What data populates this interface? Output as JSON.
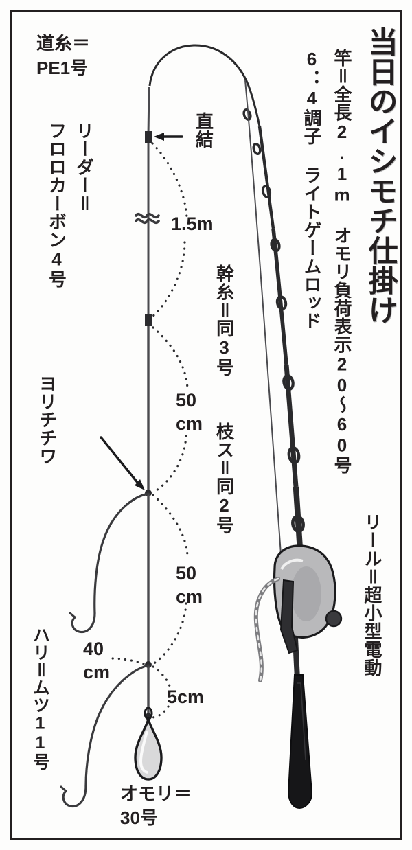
{
  "title": "当日のイシモチ仕掛け",
  "rod": {
    "spec_line1": "竿＝全長2.1m オモリ負荷表示20〜60号",
    "spec_line2": "6：4調子 ライトゲームロッド",
    "reel_label": "リール＝超小型電動"
  },
  "lines": {
    "main_line_label_1": "道糸＝",
    "main_line_label_2": "PE1号",
    "leader_label_1": "リーダー＝",
    "leader_label_2": "フロロカーボン4号",
    "swivel_label": "ヨリチチワ",
    "hook_label": "ハリ＝ムツ11号",
    "trunk_line_label": "幹糸＝同3号",
    "branch_line_label": "枝ス＝同2号",
    "knot_label": "直結",
    "sinker_label_1": "オモリ＝",
    "sinker_label_2": "30号"
  },
  "measurements": {
    "leader_length": "1.5m",
    "upper_gap_value": "50",
    "upper_gap_unit": "cm",
    "lower_gap_value": "50",
    "lower_gap_unit": "cm",
    "branch_length_value": "40",
    "branch_length_unit": "cm",
    "sinker_gap": "5cm"
  },
  "colors": {
    "ink": "#231f20",
    "line": "#4b4b4f",
    "paper": "#fdfdfc",
    "border": "#231f20",
    "reel_body": "#b9b9bb",
    "grip": "#161618"
  }
}
